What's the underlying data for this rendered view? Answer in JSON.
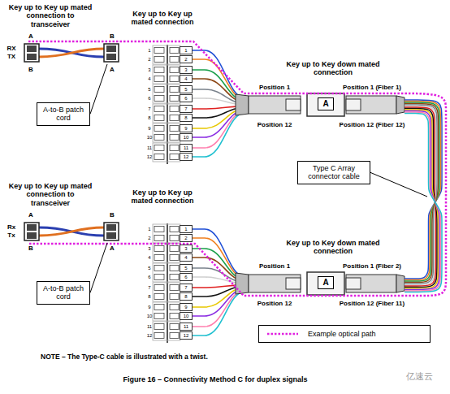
{
  "diagram": {
    "caption": "Figure 16 – Connectivity Method C for duplex signals",
    "nodes": [
      {
        "text": [
          "A-to-B patch cord"
        ]
      },
      {
        "text": [
          "A"
        ]
      },
      {
        "text": [
          "Type C Array connector cable"
        ]
      },
      {
        "text": [
          "A-to-B patch cord"
        ]
      },
      {
        "text": [
          "A"
        ]
      }
    ],
    "labels": [
      "Key up to Key up mated connection to transceiver",
      "Key up to Key up mated connection",
      "Key up to Key down mated connection",
      "RX",
      "TX",
      "A",
      "B",
      "B",
      "A",
      "Position 1",
      "Position 12",
      "Position 1 (Fiber 1)",
      "Position 12 (Fiber 12)",
      "1",
      "2",
      "3",
      "4",
      "5",
      "6",
      "7",
      "8",
      "9",
      "10",
      "11",
      "12",
      "1",
      "2",
      "3",
      "4",
      "5",
      "6",
      "7",
      "8",
      "9",
      "10",
      "11",
      "12",
      "Key up to Key up mated connection to transceiver",
      "Key up to Key up mated connection",
      "Key up to Key down mated connection",
      "Rx",
      "Tx",
      "A",
      "B",
      "B",
      "A",
      "Position 1",
      "Position 12",
      "Position 1 (Fiber 2)",
      "Position 12 (Fiber 11)",
      "1",
      "2",
      "3",
      "4",
      "5",
      "6",
      "7",
      "8",
      "9",
      "10",
      "11",
      "12",
      "1",
      "2",
      "3",
      "4",
      "5",
      "6",
      "7",
      "8",
      "9",
      "10",
      "11",
      "12",
      "NOTE – The Type-C cable is illustrated with a twist.",
      "亿速云"
    ],
    "legend": [
      {
        "text": "Example optical path"
      }
    ]
  }
}
